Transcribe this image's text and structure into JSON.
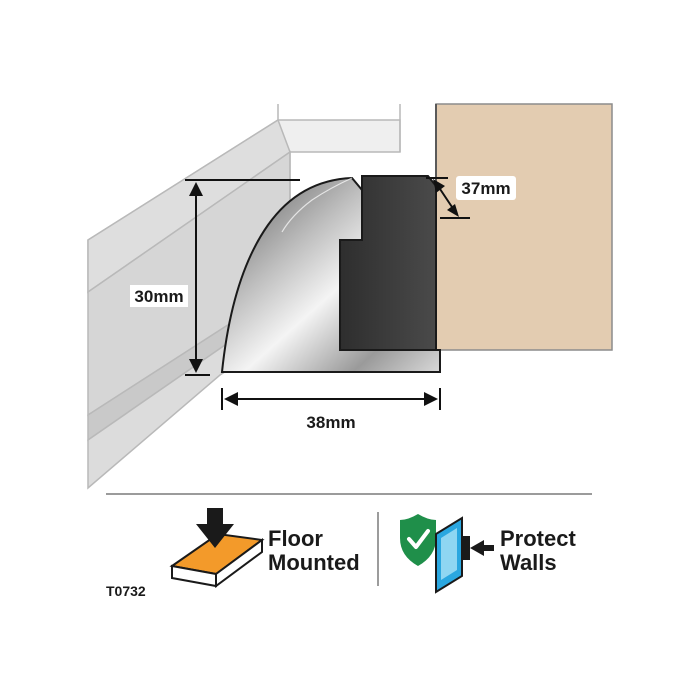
{
  "dimensions": {
    "height": "30mm",
    "depth": "38mm",
    "top": "37mm"
  },
  "features": {
    "floor": {
      "line1": "Floor",
      "line2": "Mounted",
      "icon": "floor-mount-icon"
    },
    "walls": {
      "line1": "Protect",
      "line2": "Walls",
      "icon": "shield-check-icon"
    }
  },
  "product_code": "T0732",
  "colors": {
    "door": "#e3ccb1",
    "wall": "#d9d9d9",
    "rubber": "#3a3a3a",
    "shield": "#1f8f4a",
    "floor_orange": "#f39a2a",
    "glass_blue": "#2aa7e0"
  }
}
